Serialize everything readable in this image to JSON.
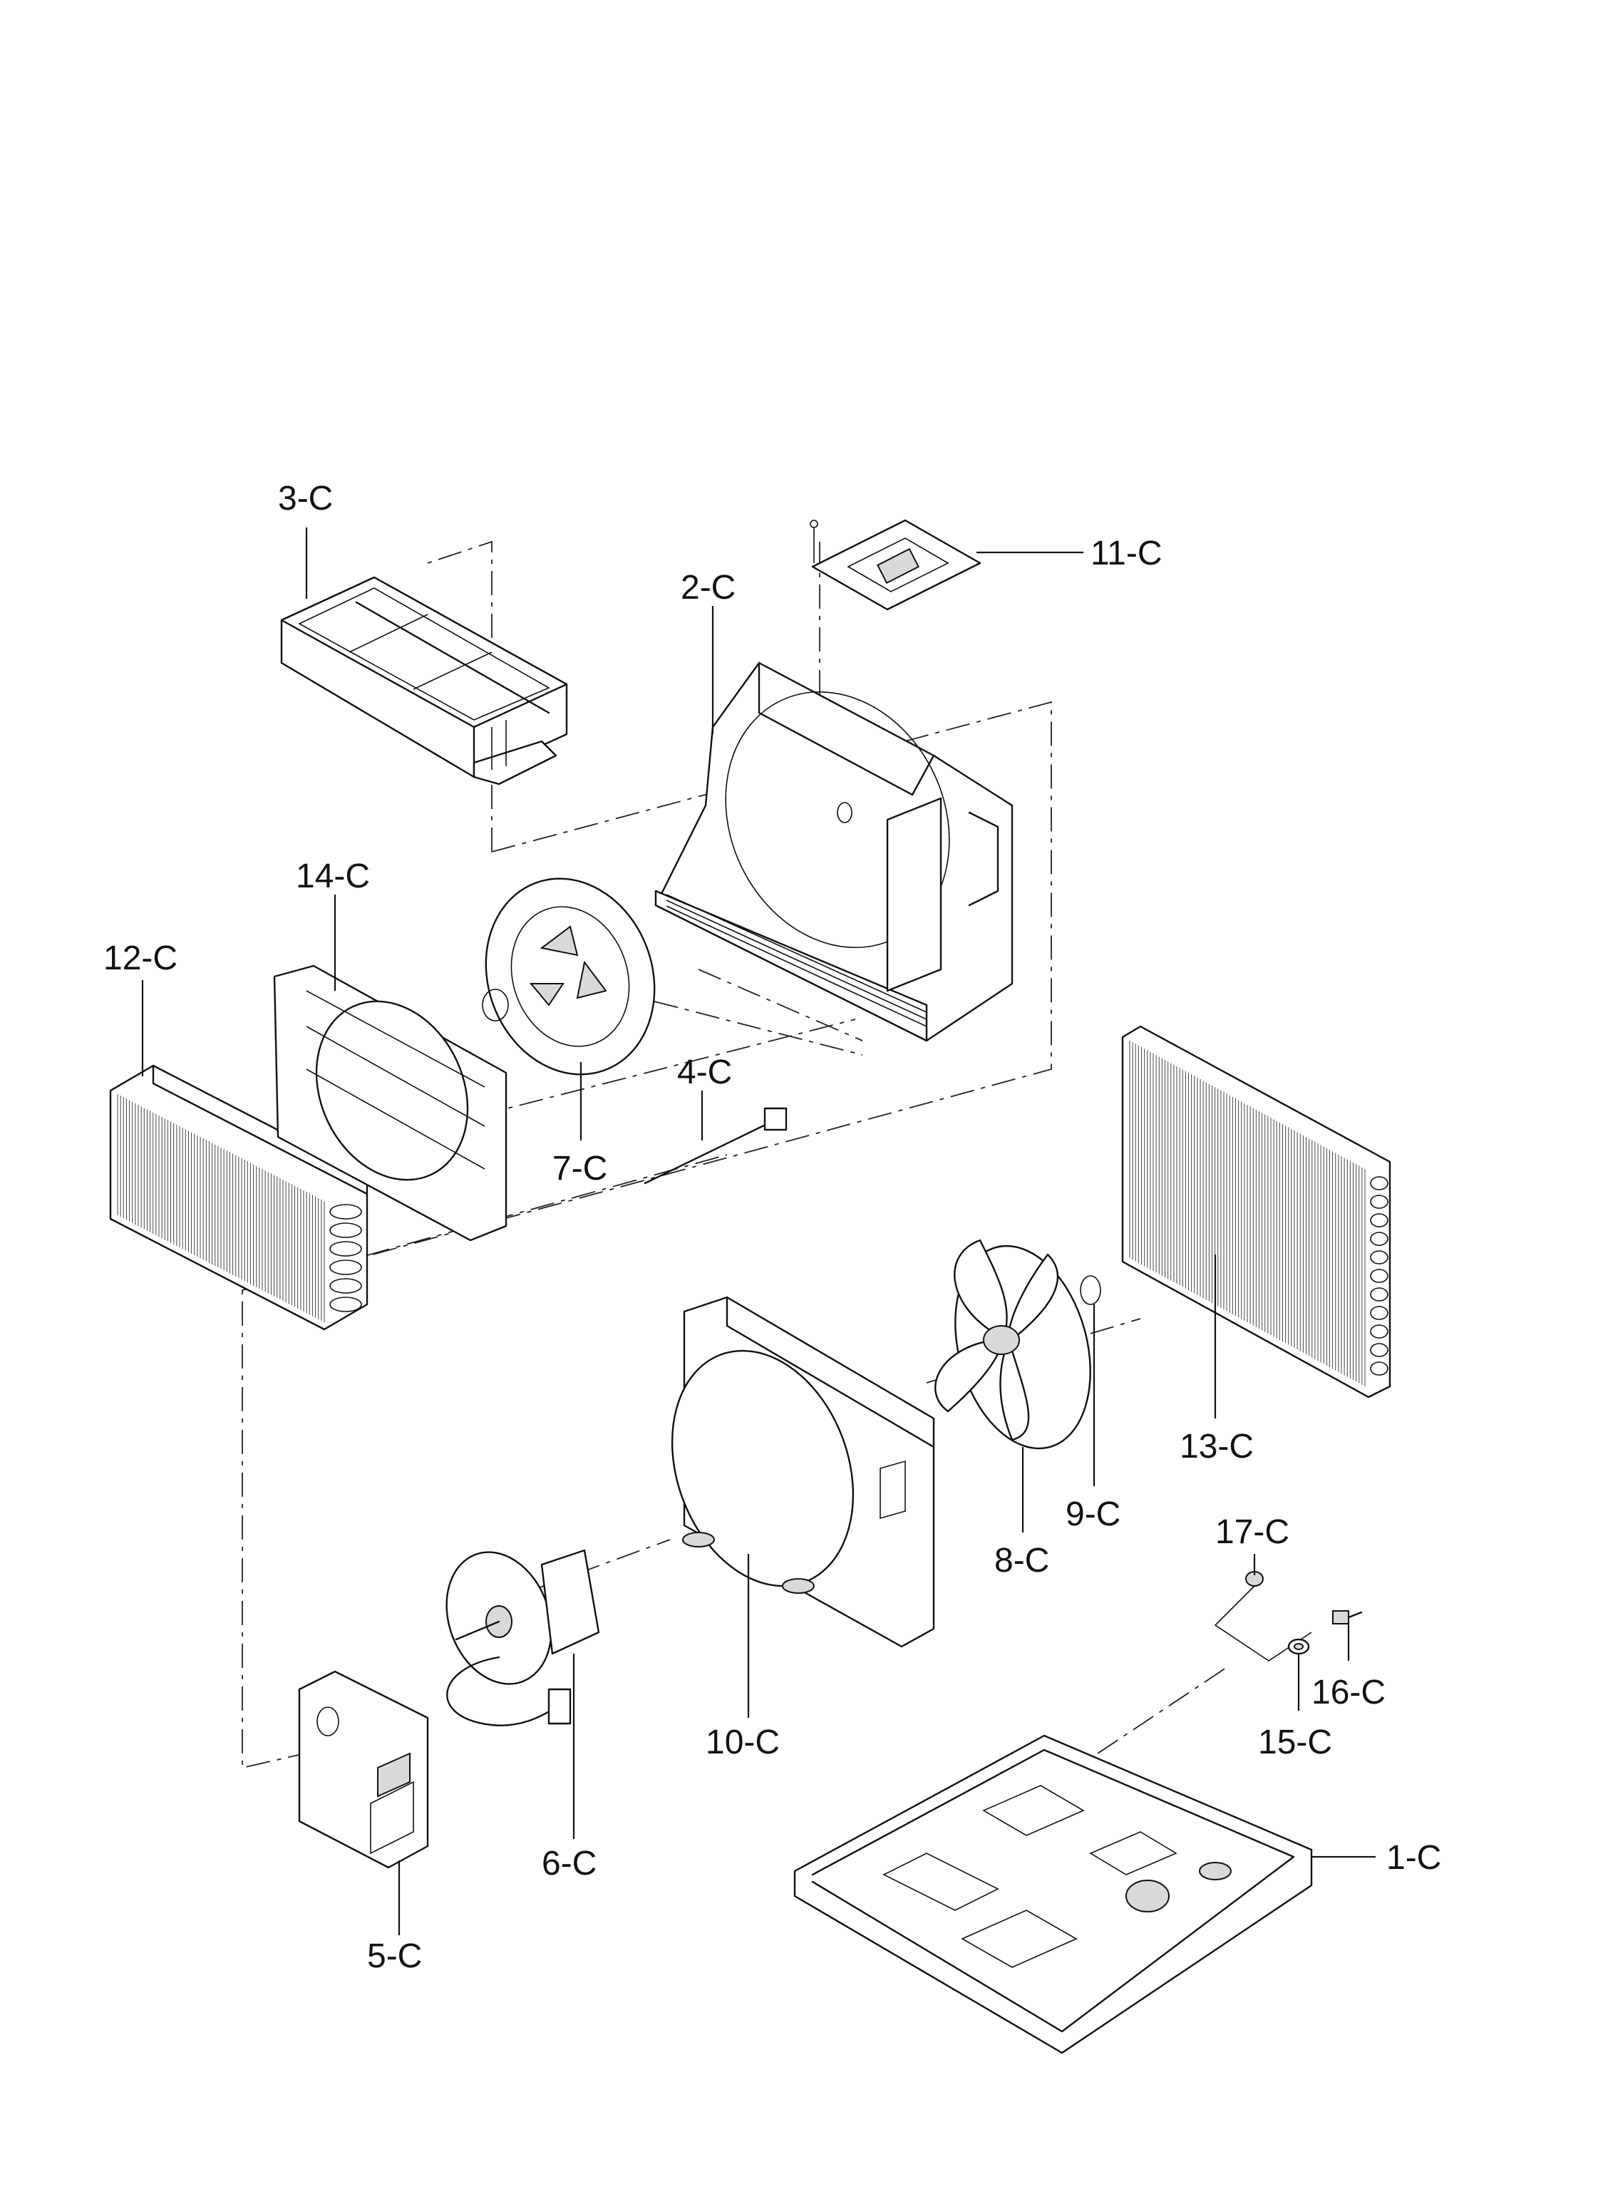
{
  "parts": [
    {
      "id": "1-C"
    },
    {
      "id": "2-C"
    },
    {
      "id": "3-C"
    },
    {
      "id": "4-C"
    },
    {
      "id": "5-C"
    },
    {
      "id": "6-C"
    },
    {
      "id": "7-C"
    },
    {
      "id": "8-C"
    },
    {
      "id": "9-C"
    },
    {
      "id": "10-C"
    },
    {
      "id": "11-C"
    },
    {
      "id": "12-C"
    },
    {
      "id": "13-C"
    },
    {
      "id": "14-C"
    },
    {
      "id": "15-C"
    },
    {
      "id": "16-C"
    },
    {
      "id": "17-C"
    }
  ]
}
